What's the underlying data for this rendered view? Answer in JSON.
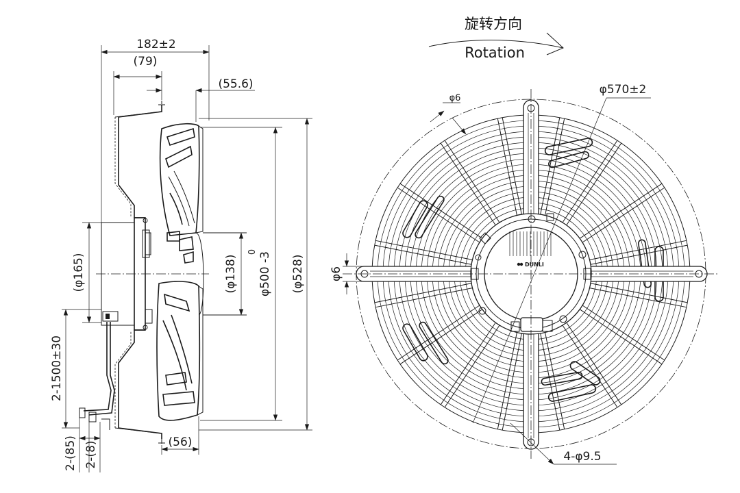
{
  "rotation": {
    "label_cn": "旋转方向",
    "label_en": "Rotation"
  },
  "brand": "DUNLI",
  "side_view_dimensions": {
    "overall_depth": "182±2",
    "hub_depth": "(79)",
    "guard_offset": "(55.6)",
    "motor_flange": "(φ165)",
    "hub_diameter": "(φ138)",
    "impeller_tol_top": "0",
    "impeller_diameter": "φ500 -3",
    "outer_diameter": "(φ528)",
    "cable_length": "2-1500±30",
    "cable_strip": "2-(85)",
    "cable_end": "2-(8)",
    "mount_offset": "(56)"
  },
  "front_view_dimensions": {
    "wire_diameter_a": "φ6",
    "wire_diameter_b": "φ6",
    "guard_diameter": "φ570±2",
    "mount_holes": "4-φ9.5"
  }
}
